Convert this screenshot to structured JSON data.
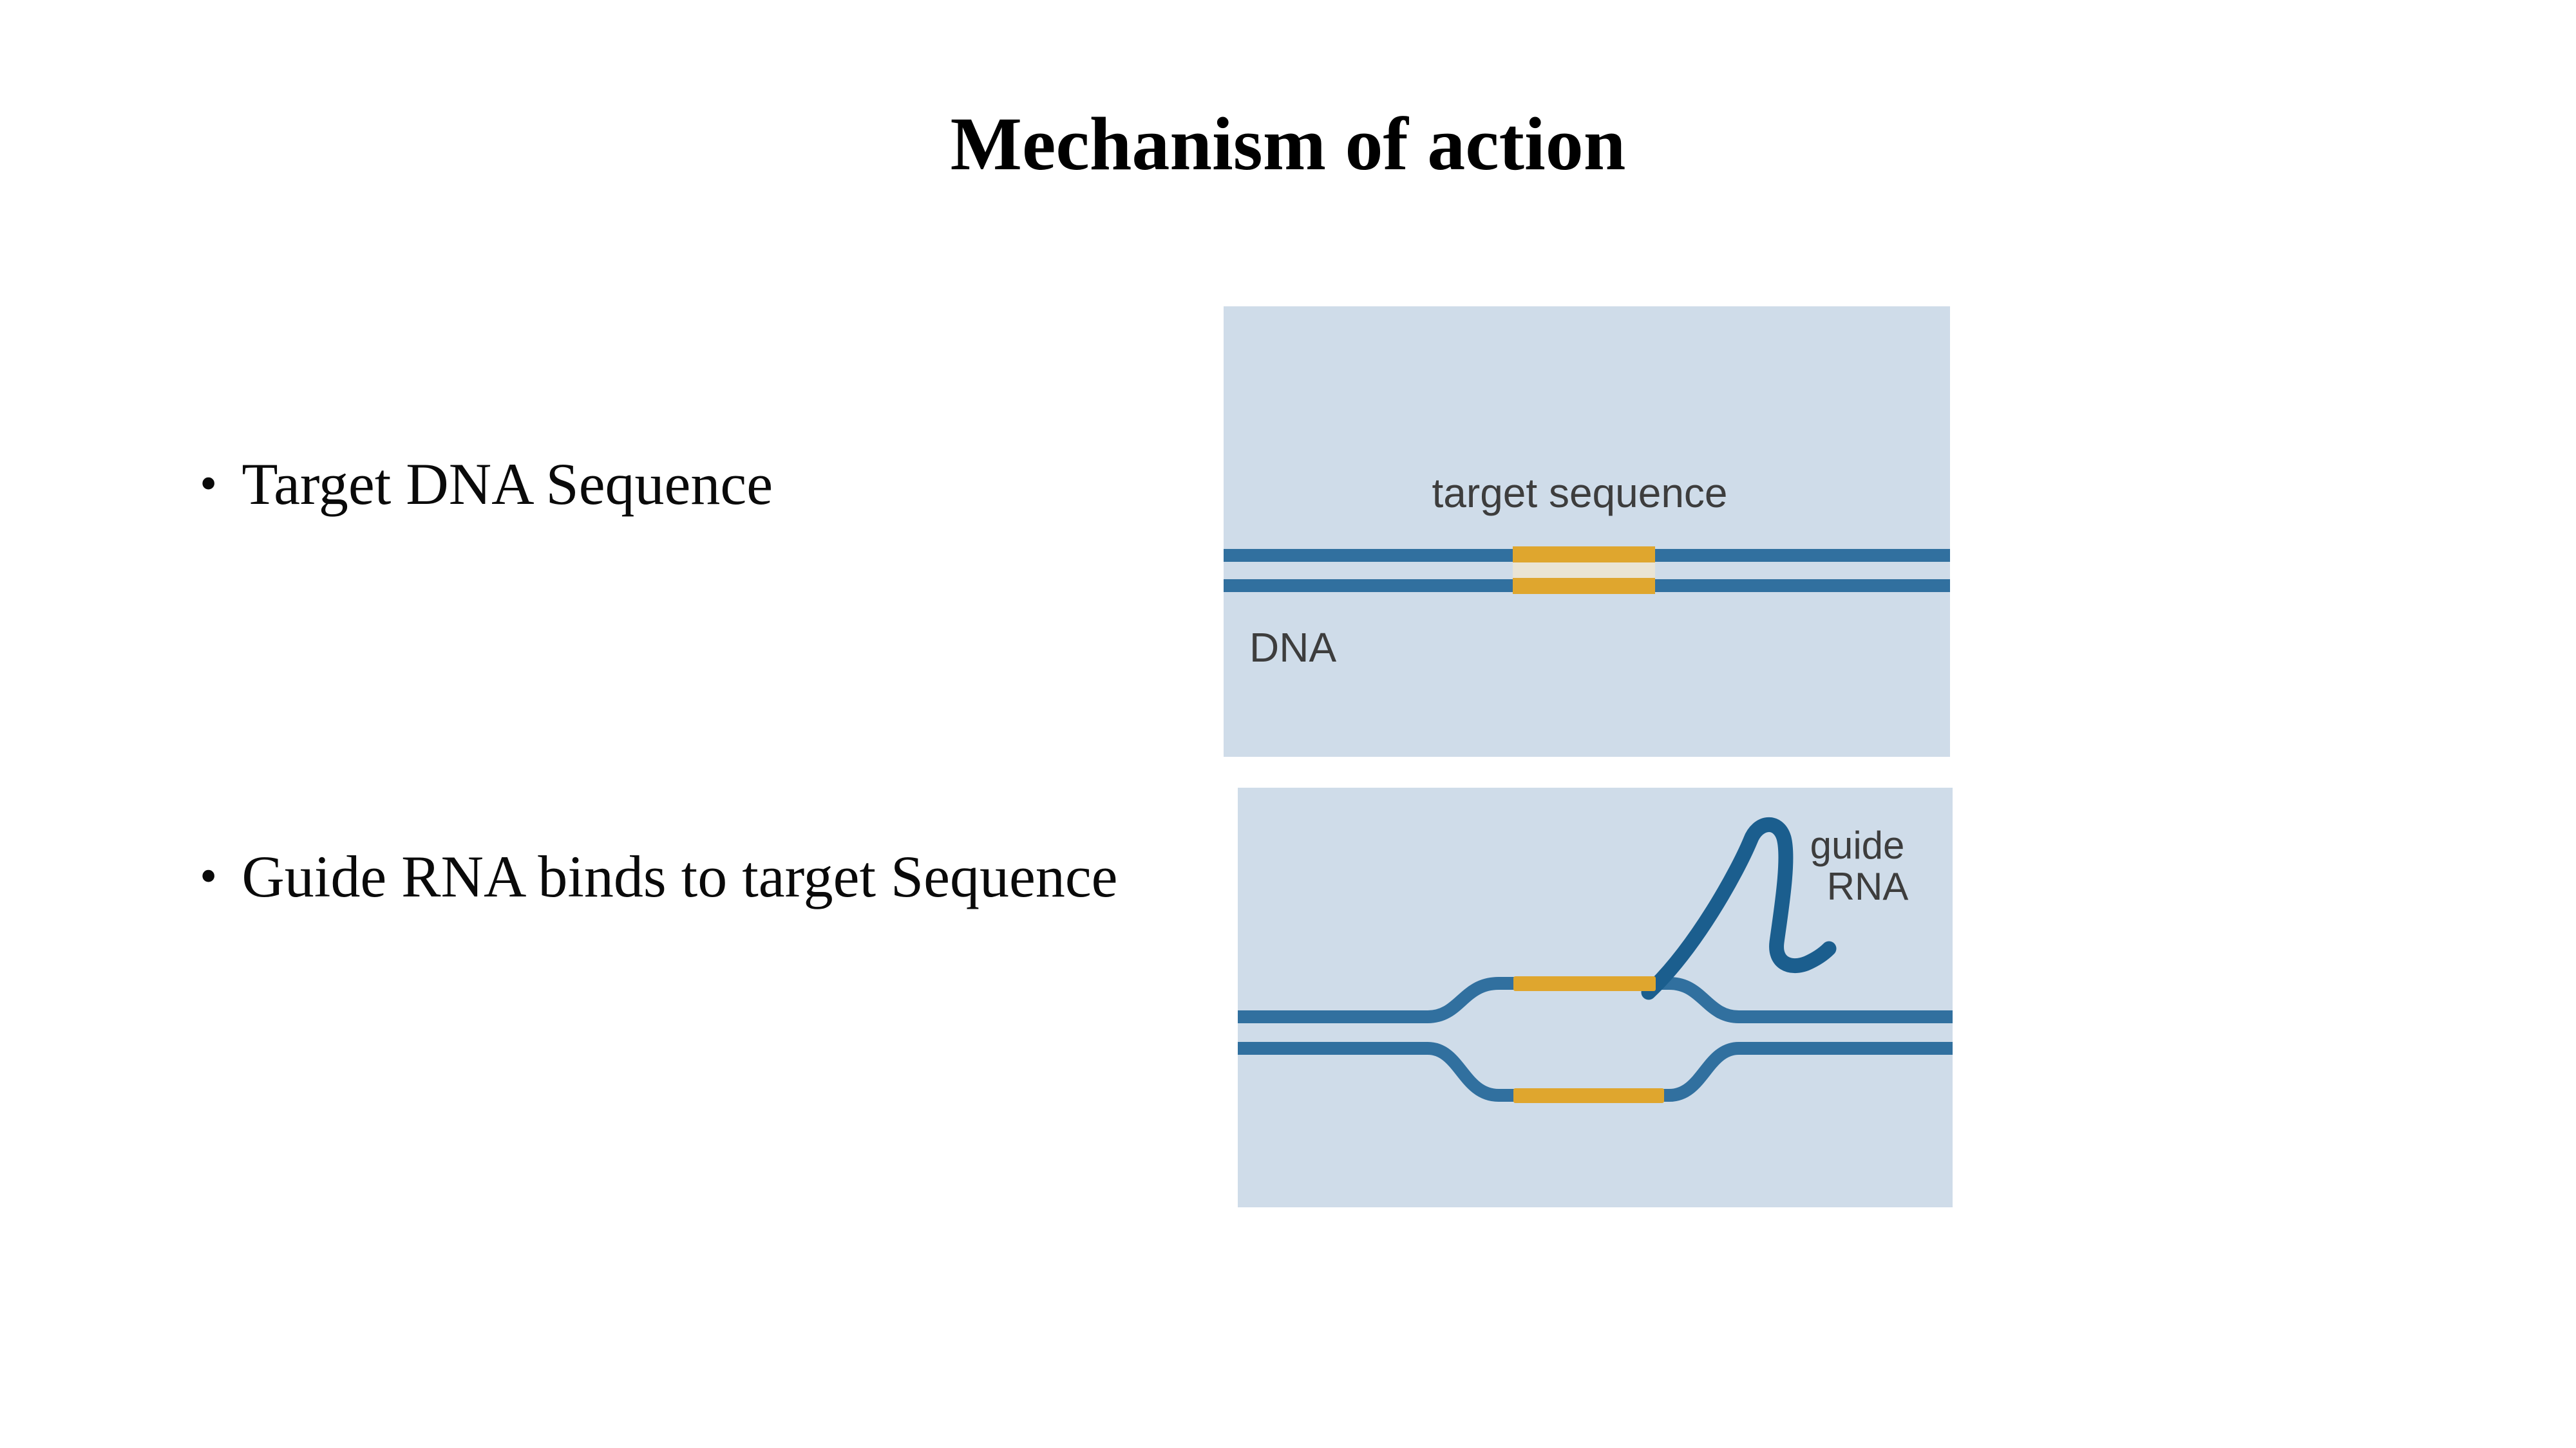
{
  "slide": {
    "title": "Mechanism of action",
    "bullet_glyph": "•",
    "bullets": [
      {
        "label": "Target DNA Sequence"
      },
      {
        "label": "Guide RNA binds to target Sequence"
      }
    ]
  },
  "diagrams": {
    "top": {
      "target_sequence_label": "target sequence",
      "dna_label": "DNA"
    },
    "bottom": {
      "guide_label": "guide",
      "rna_label": "RNA"
    }
  },
  "colors": {
    "panel_background": "#cfdce9",
    "dna_strand_blue": "#31709f",
    "guide_rna_blue": "#1b5e8e",
    "target_sequence_orange": "#dfa62e",
    "target_gap_cream": "#eae4d4",
    "diagram_label_gray": "#3d3d3d"
  }
}
